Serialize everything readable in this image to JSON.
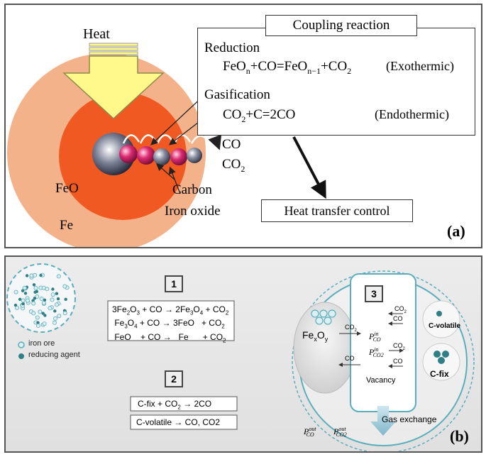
{
  "panel_a": {
    "heat_label": "Heat",
    "coupling_title": "Coupling reaction",
    "reduction_label": "Reduction",
    "reduction_eq": "FeOn+CO=FeOn−1+CO2",
    "reduction_type": "(Exothermic)",
    "gasification_label": "Gasification",
    "gasification_eq": "CO2+C=2CO",
    "gasification_type": "(Endothermic)",
    "co_label": "CO",
    "co2_label": "CO2",
    "feo_label": "FeO",
    "fe_label": "Fe",
    "carbon_label": "Carbon",
    "iron_oxide_label": "Iron oxide",
    "heat_transfer_label": "Heat transfer control",
    "panel_label": "(a)"
  },
  "panel_b": {
    "legend": {
      "iron_ore": "iron ore",
      "reducing_agent": "reducing agent"
    },
    "step1_number": "1",
    "step1_reactions": [
      "3Fe2O3 + CO → 2Fe3O4 + CO2",
      "Fe3O4 + CO → 3FeO  + CO2",
      "FeO  + CO →  Fe  + CO2"
    ],
    "step2_number": "2",
    "step2_reactions": [
      "C-fix + CO2 →  2CO",
      "C-volatile →  CO, CO2"
    ],
    "step3_number": "3",
    "fexoy_label": "FexOy",
    "co2_in_arrow": "CO2",
    "co_out_arrow": "CO",
    "p_co_in": "PCOin",
    "p_co2_in": "PCO2in",
    "vacancy_label": "Vacancy",
    "c_volatile_label": "C-volatile",
    "c_fix_label": "C-fix",
    "cv_co2": "CO2",
    "cv_co": "CO",
    "cf_co2": "CO2",
    "cf_co": "CO",
    "gas_exchange_label": "Gas exchange",
    "p_co_out": "PCOout",
    "p_co2_out": "PCO2out",
    "panel_label": "(b)"
  },
  "colors": {
    "fe_shell": "#f4b28a",
    "feo_layer": "#f05a22",
    "heat_arrow": "#fff88a",
    "magenta_sphere": "#d0246a",
    "gray_sphere": "#6b7185",
    "teal": "#5aaebc"
  }
}
